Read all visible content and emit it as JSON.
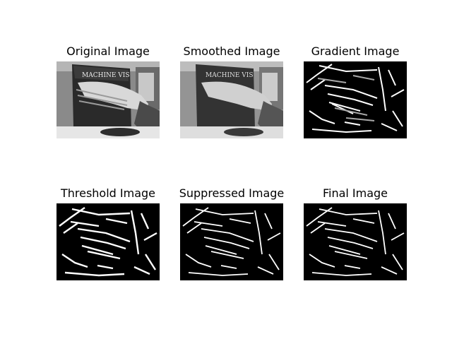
{
  "panels": [
    {
      "title": "Original Image"
    },
    {
      "title": "Smoothed Image"
    },
    {
      "title": "Gradient Image"
    },
    {
      "title": "Threshold Image"
    },
    {
      "title": "Suppressed Image"
    },
    {
      "title": "Final Image"
    }
  ],
  "book_text": "MACHINE VIS"
}
